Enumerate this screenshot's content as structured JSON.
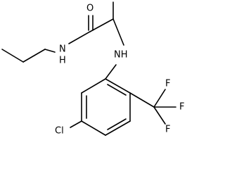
{
  "molecule": {
    "atoms": {
      "oxygen": "O",
      "amide_nh": "N",
      "amide_h": "H",
      "amine_nh": "NH",
      "fluorine_top": "F",
      "fluorine_right": "F",
      "fluorine_bottom": "F",
      "chlorine": "Cl"
    }
  }
}
